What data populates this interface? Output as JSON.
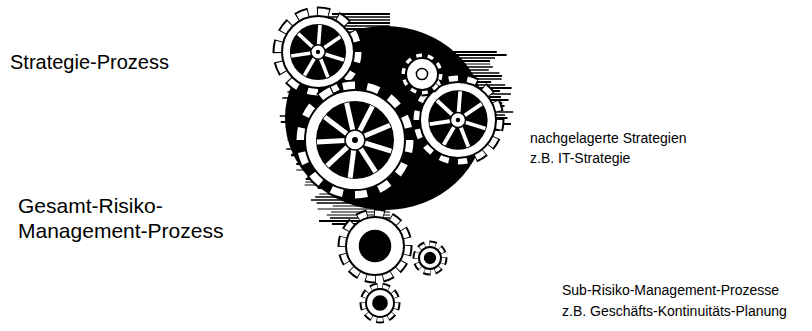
{
  "diagram": {
    "labels": [
      "Strategie-Prozess",
      "nachgelagerte Strategien z.B. IT-Strategie",
      "Gesamt-Risiko- Management-Prozess",
      "Sub-Risiko-Management-Prozesse z.B. Geschäfts-Kontinuitäts-Planung"
    ]
  }
}
